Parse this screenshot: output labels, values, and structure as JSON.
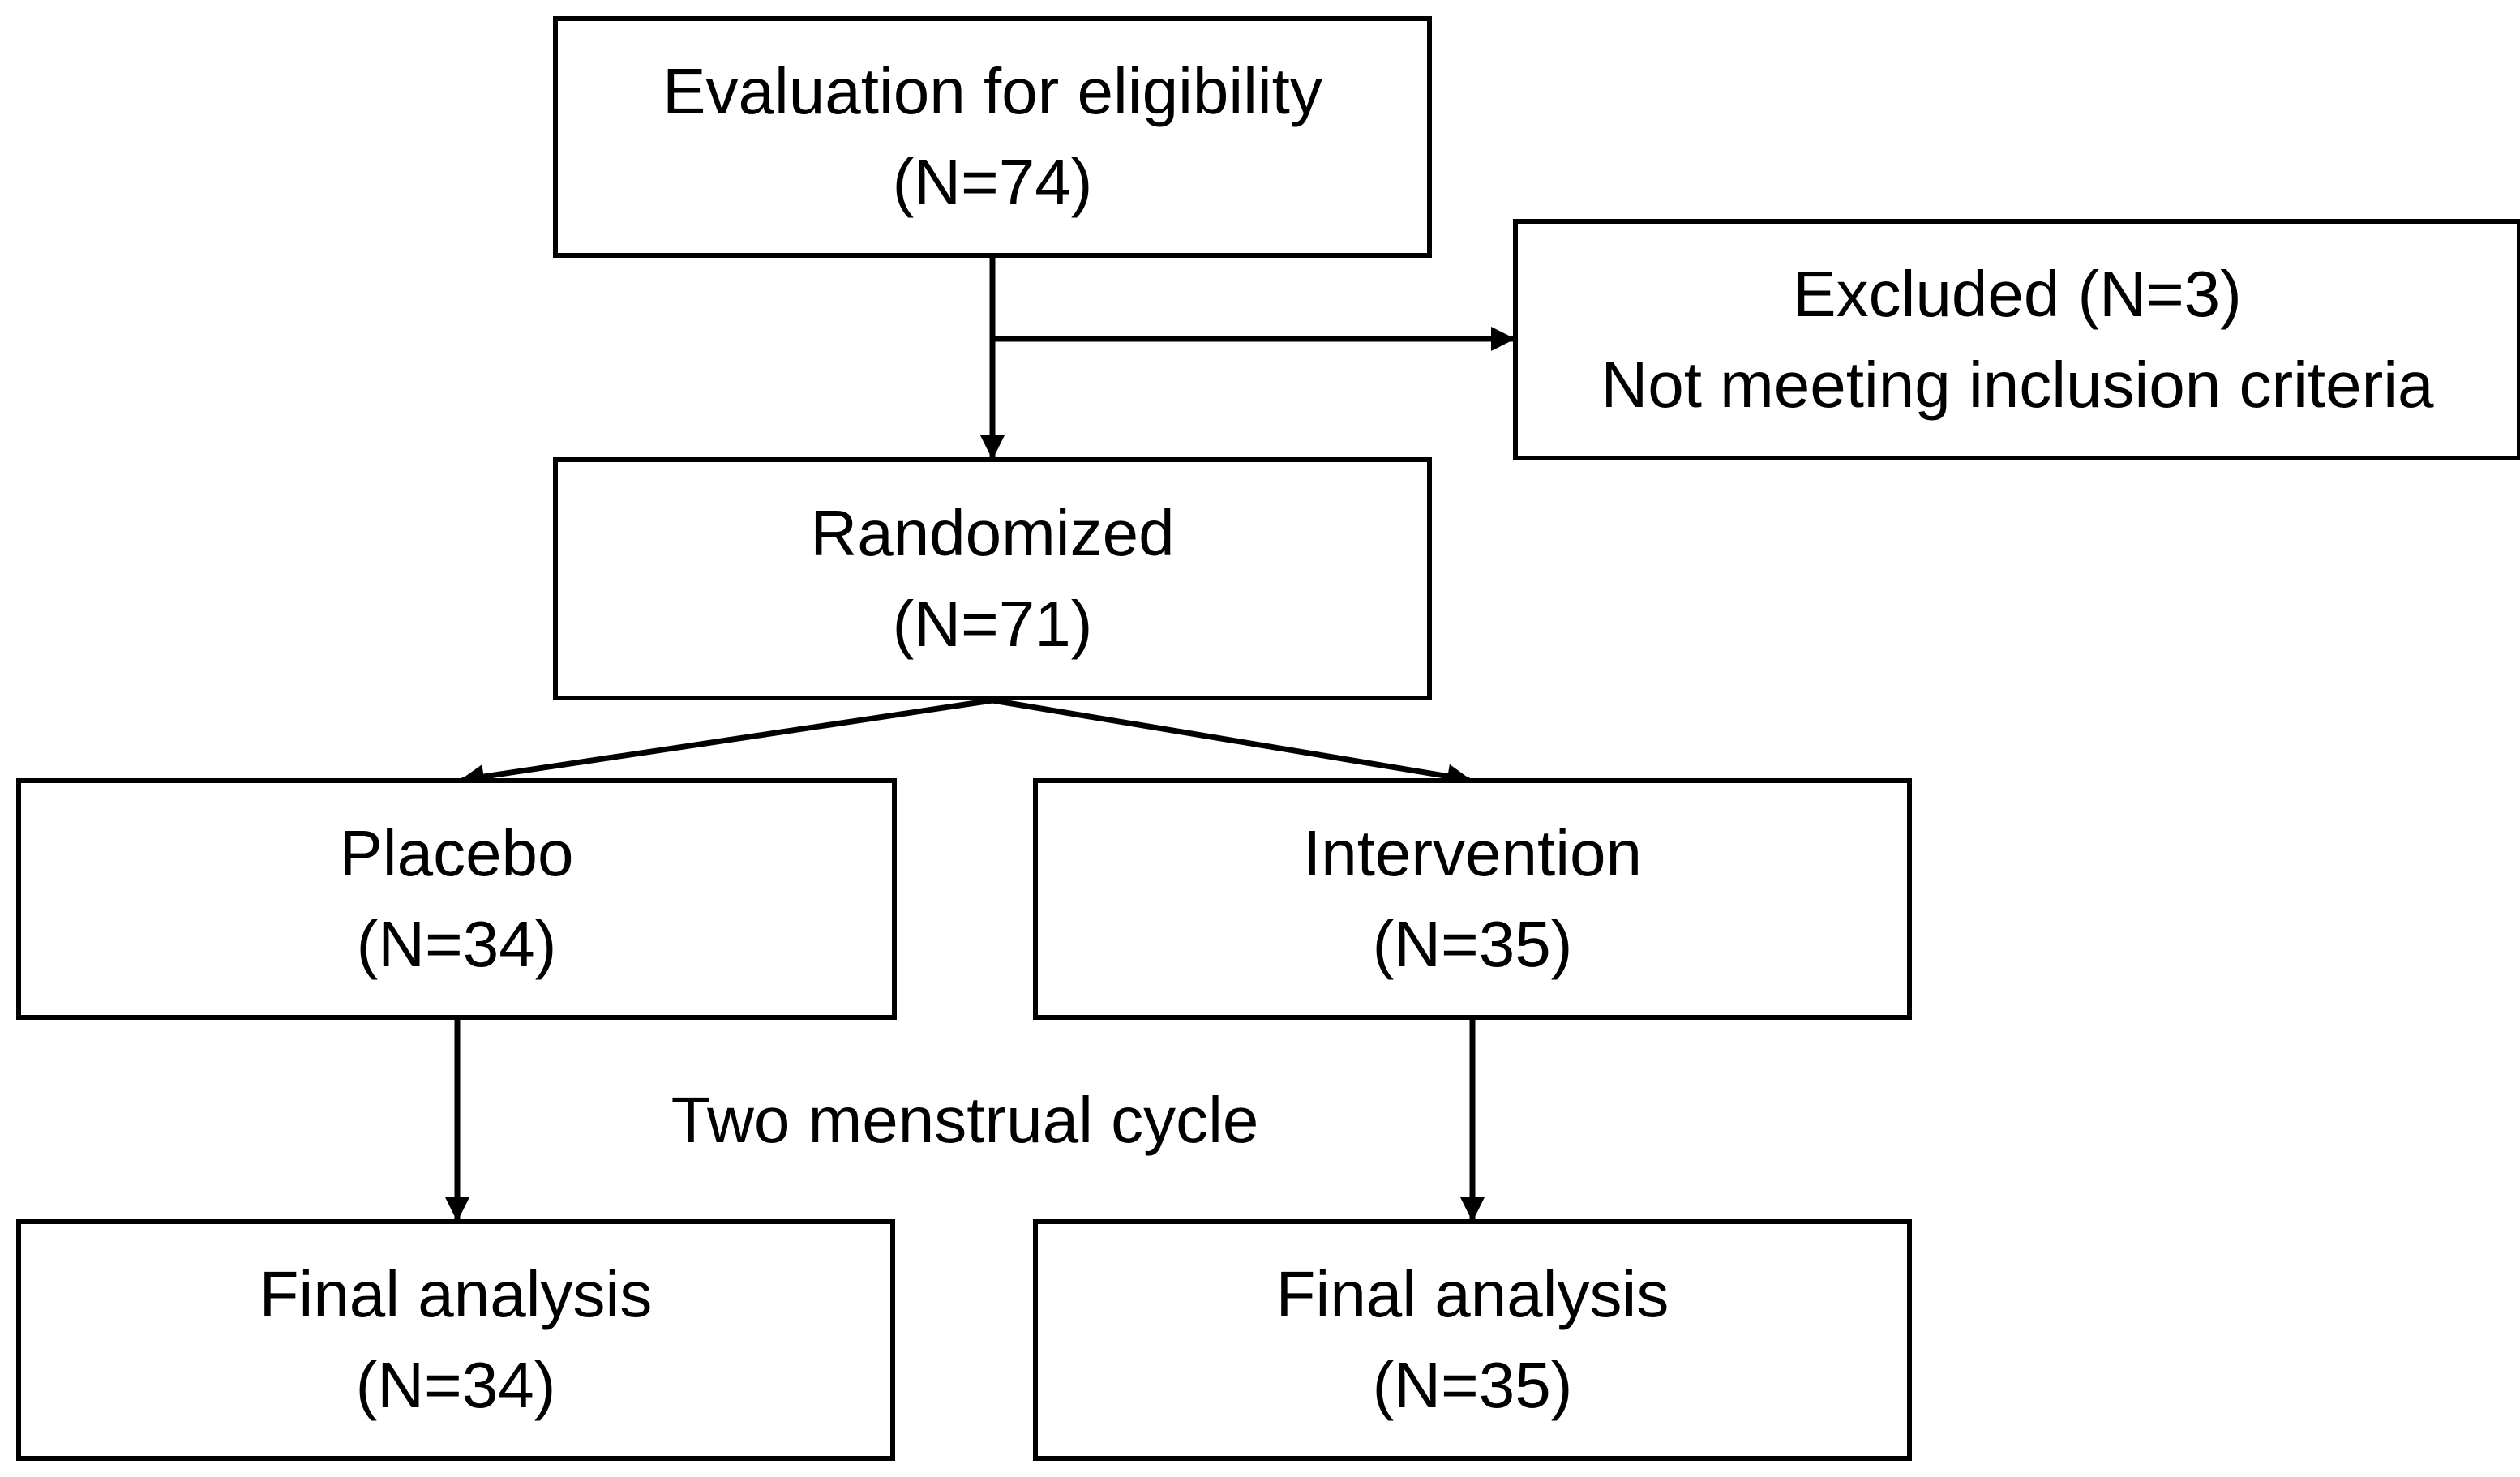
{
  "diagram": {
    "eligibility": {
      "title": "Evaluation for eligibility",
      "count": "(N=74)"
    },
    "excluded": {
      "title": "Excluded (N=3)",
      "reason": "Not meeting inclusion criteria"
    },
    "randomized": {
      "title": "Randomized",
      "count": "(N=71)"
    },
    "placebo": {
      "title": "Placebo",
      "count": "(N=34)"
    },
    "intervention": {
      "title": "Intervention",
      "count": "(N=35)"
    },
    "cycle_note": "Two menstrual cycle",
    "final_placebo": {
      "title": "Final analysis",
      "count": "(N=34)"
    },
    "final_intervention": {
      "title": "Final analysis",
      "count": "(N=35)"
    }
  }
}
